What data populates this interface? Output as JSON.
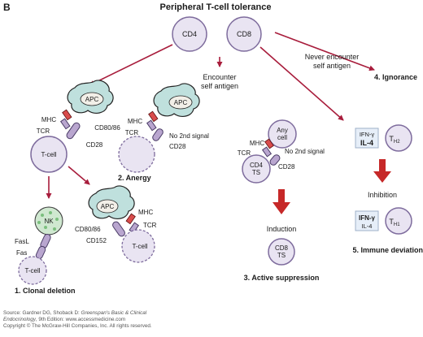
{
  "panel_letter": "B",
  "title": "Peripheral T-cell tolerance",
  "top_cells": {
    "cd4": "CD4",
    "cd8": "CD8"
  },
  "branch_labels": {
    "encounter_line1": "Encounter",
    "encounter_line2": "self antigen",
    "never_line1": "Never encounter",
    "never_line2": "self antigen"
  },
  "labels": {
    "apc": "APC",
    "mhc": "MHC",
    "tcr": "TCR",
    "cd28": "CD28",
    "cd80_86": "CD80/86",
    "tcell": "T-cell",
    "no_signal": "No 2nd signal",
    "nk": "NK",
    "fasl": "FasL",
    "fas": "Fas",
    "cd152": "CD152",
    "any_cell_line1": "Any",
    "any_cell_line2": "cell",
    "cd4": "CD4",
    "ts": "TS",
    "cd8": "CD8",
    "induction": "Induction",
    "inhibition": "Inhibition",
    "ifn": "IFN-γ",
    "il4": "IL-4",
    "th": "T",
    "h2": "H2",
    "h1": "H1"
  },
  "outcomes": {
    "clonal": "1. Clonal deletion",
    "anergy": "2. Anergy",
    "suppression": "3. Active suppression",
    "ignorance": "4. Ignorance",
    "deviation": "5. Immune deviation"
  },
  "footer": {
    "source_prefix": "Source: Gardner DG, Shoback D: ",
    "source_book": "Greenspan's Basic & Clinical",
    "source_line2_book": "Endocrinology",
    "source_line2_rest": ", 9th Edition: www.accessmedicine.com",
    "copyright": "Copyright © The McGraw-Hill Companies, Inc. All rights reserved."
  },
  "colors": {
    "arrow": "#a81d3c",
    "big_arrow": "#c62828",
    "cell_fill": "#e9e4f2",
    "apc_fill": "#bfe0dd",
    "mhc": "#d94c4c"
  }
}
